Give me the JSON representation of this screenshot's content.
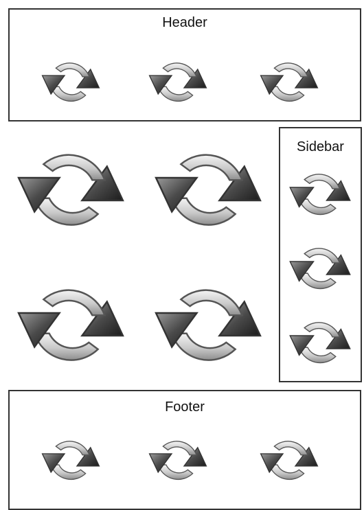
{
  "layout": {
    "header": {
      "label": "Header",
      "icon": "refresh-icon",
      "icon_count": 3
    },
    "main": {
      "icon": "refresh-icon",
      "icon_count": 4
    },
    "sidebar": {
      "label": "Sidebar",
      "icon": "refresh-icon",
      "icon_count": 3
    },
    "footer": {
      "label": "Footer",
      "icon": "refresh-icon",
      "icon_count": 3
    }
  },
  "colors": {
    "border": "#333333",
    "icon_dark": "#2b2b2b",
    "icon_light": "#f2f2f2",
    "background": "#ffffff"
  }
}
